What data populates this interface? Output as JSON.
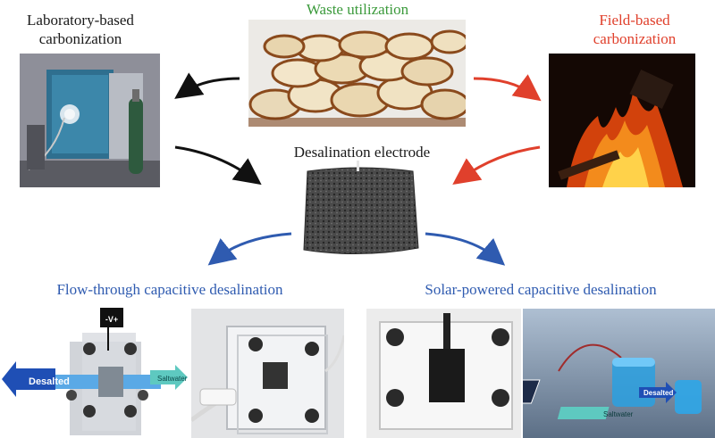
{
  "labels": {
    "waste": "Waste utilization",
    "lab_line1": "Laboratory-based",
    "lab_line2": "carbonization",
    "field_line1": "Field-based",
    "field_line2": "carbonization",
    "electrode": "Desalination electrode",
    "flow": "Flow-through capacitive desalination",
    "solar": "Solar-powered capacitive desalination"
  },
  "inset_text": {
    "voltage": "-V+",
    "desalted": "Desalted",
    "saltwater": "Saltwater"
  },
  "colors": {
    "green_label": "#3b9a3b",
    "red_label": "#e0402c",
    "blue_label": "#2f5bb0",
    "black_arrow": "#111111",
    "red_arrow": "#e0402c",
    "blue_arrow": "#2f5bb0"
  }
}
